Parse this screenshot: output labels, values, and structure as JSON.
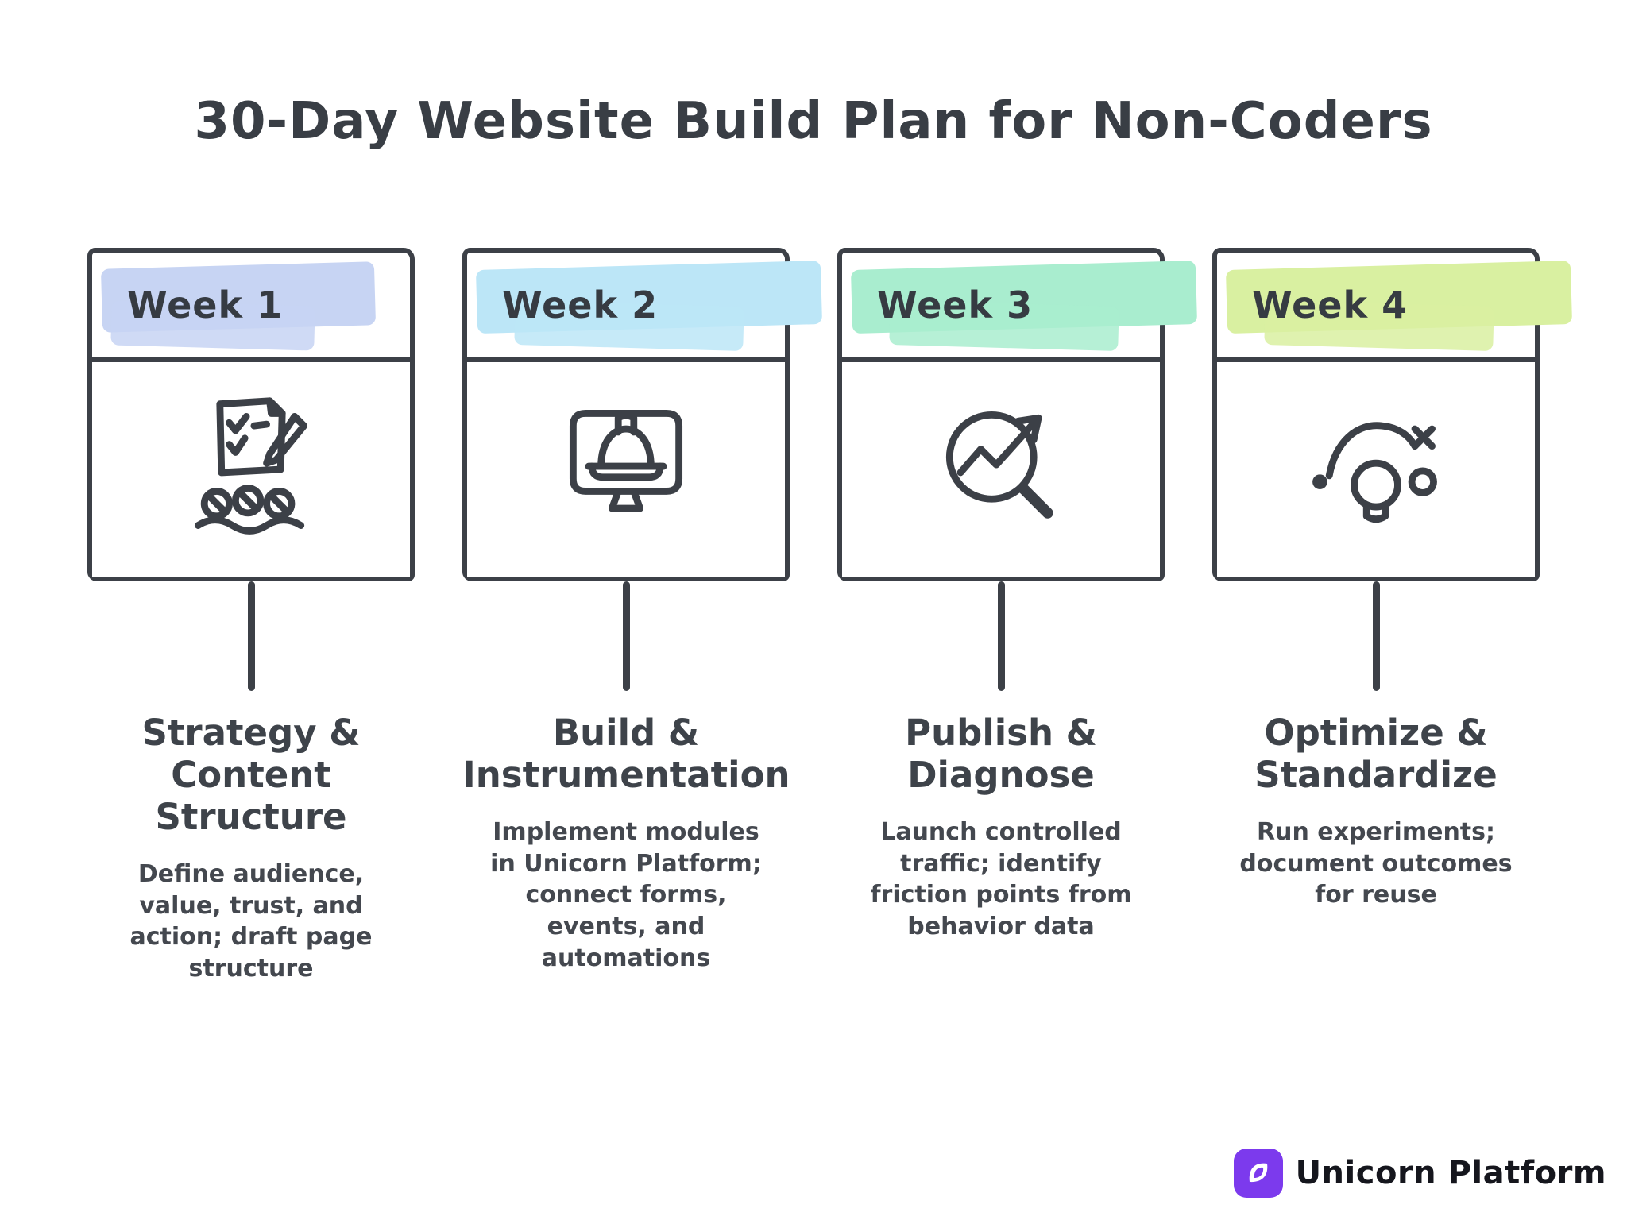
{
  "page": {
    "title": "30-Day Website Build Plan for Non-Coders"
  },
  "theme": {
    "ink_color": "#3c4047",
    "background_color": "#ffffff"
  },
  "weeks": [
    {
      "label": "Week 1",
      "highlight_color": "#c7d4f3",
      "icon": "checklist-people-icon",
      "heading": "Strategy & Content Structure",
      "description": "Define audience, value, trust, and action; draft page structure"
    },
    {
      "label": "Week 2",
      "highlight_color": "#bce6f7",
      "icon": "monitor-hardhat-icon",
      "heading": "Build & Instrumentation",
      "description": "Implement modules in Unicorn Platform; connect forms, events, and automations"
    },
    {
      "label": "Week 3",
      "highlight_color": "#a9edcf",
      "icon": "magnifier-growth-icon",
      "heading": "Publish & Diagnose",
      "description": "Launch controlled traffic; identify friction points from behavior data"
    },
    {
      "label": "Week 4",
      "highlight_color": "#d9f0a1",
      "icon": "gauge-lightbulb-icon",
      "heading": "Optimize & Standardize",
      "description": "Run experiments; document outcomes for reuse"
    }
  ],
  "footer": {
    "brand": "Unicorn Platform",
    "logo_color": "#7c3aed"
  }
}
